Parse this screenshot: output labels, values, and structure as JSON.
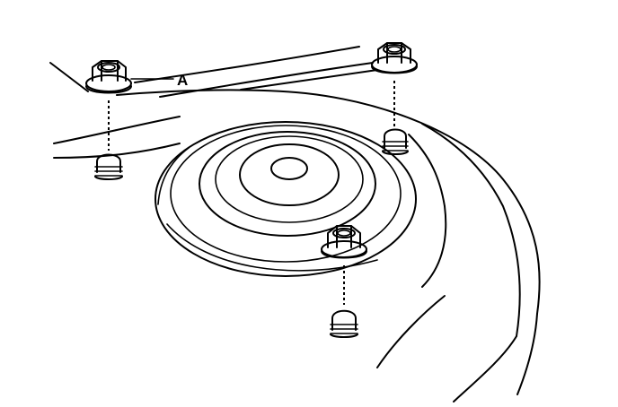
{
  "callouts": [
    {
      "label": "A"
    }
  ],
  "parts": {
    "flange_nuts": 3,
    "mounting_studs": 3
  },
  "colors": {
    "line": "#000000",
    "background": "#ffffff"
  }
}
